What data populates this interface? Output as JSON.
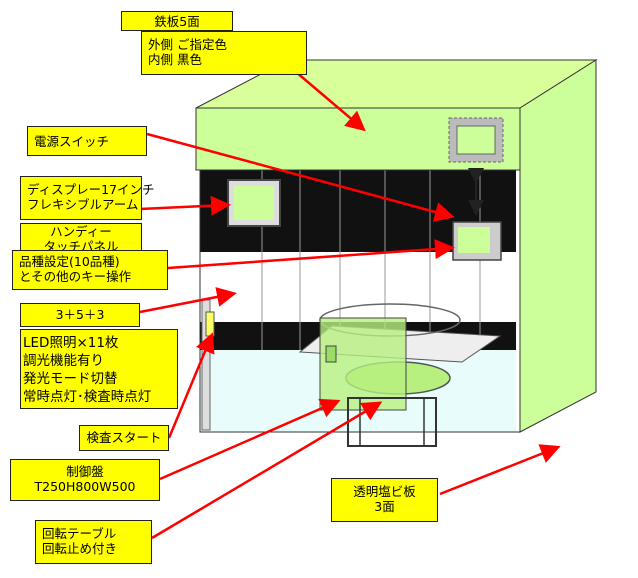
{
  "labels": {
    "steel": [
      "鉄板5面",
      "外側  ご指定色",
      "内側  黒色"
    ],
    "power_switch": [
      "電源スイッチ"
    ],
    "display": [
      "ディスプレー17インチ",
      "フレキシブルアーム"
    ],
    "handy": [
      "ハンディー",
      "タッチパネル"
    ],
    "product_setting": [
      "品種設定(10品種)",
      "とその他のキー操作"
    ],
    "led_ratio": [
      "3＋5＋3"
    ],
    "led": [
      "LED照明×11枚",
      "調光機能有り",
      "発光モード切替",
      "常時点灯･検査時点灯"
    ],
    "inspection_start": [
      "検査スタート"
    ],
    "control_panel": [
      "制御盤",
      "T250H800W500"
    ],
    "transparent": [
      "透明塩ビ板",
      "3面"
    ],
    "rotary_table": [
      "回転テーブル",
      "回転止め付き"
    ]
  },
  "colors": {
    "label_bg": "#ffff00",
    "cabinet_green": "#ccff99",
    "arrow_red": "#ff0000",
    "interior_black": "#111111",
    "panel_cyan": "#e8fcfc",
    "table_green": "#b8f080"
  }
}
